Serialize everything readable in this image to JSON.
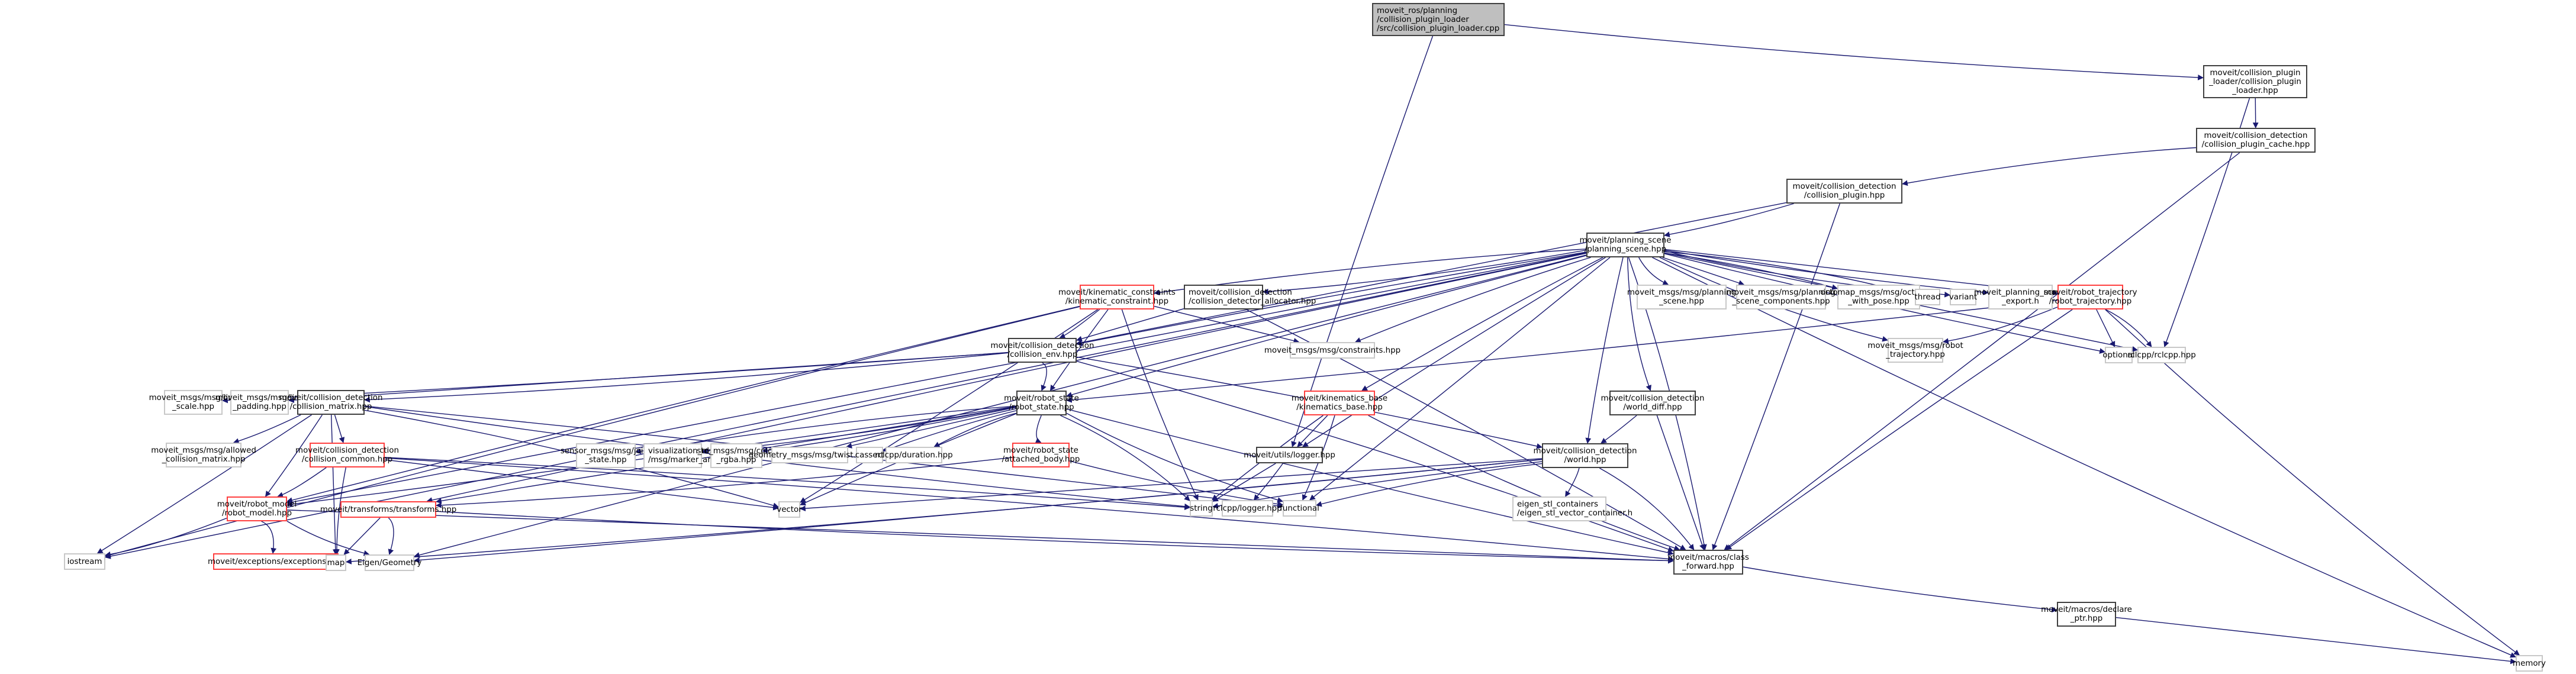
{
  "diagram": {
    "type": "include-dependency-graph",
    "edge_color": "#191970",
    "legend_colors": {
      "root": "#bfbfbf",
      "documented": "#404040",
      "external": "#c8c8c8",
      "incomplete": "#ff4040"
    },
    "nodes": [
      {
        "id": "root",
        "label": "moveit_ros/planning\n/collision_plugin_loader\n/src/collision_plugin_loader.cpp",
        "kind": "root"
      },
      {
        "id": "cpl",
        "label": "moveit/collision_plugin\n_loader/collision_plugin\n_loader.hpp",
        "kind": "normal"
      },
      {
        "id": "cpc",
        "label": "moveit/collision_detection\n/collision_plugin_cache.hpp",
        "kind": "normal"
      },
      {
        "id": "cp",
        "label": "moveit/collision_detection\n/collision_plugin.hpp",
        "kind": "normal"
      },
      {
        "id": "ps",
        "label": "moveit/planning_scene\n/planning_scene.hpp",
        "kind": "normal"
      },
      {
        "id": "kc",
        "label": "moveit/kinematic_constraints\n/kinematic_constraint.hpp",
        "kind": "red"
      },
      {
        "id": "cda",
        "label": "moveit/collision_detection\n/collision_detector_allocator.hpp",
        "kind": "normal"
      },
      {
        "id": "mps",
        "label": "moveit_msgs/msg/planning\n_scene.hpp",
        "kind": "ext"
      },
      {
        "id": "mpsc",
        "label": "moveit_msgs/msg/planning\n_scene_components.hpp",
        "kind": "ext"
      },
      {
        "id": "octo",
        "label": "octomap_msgs/msg/octomap\n_with_pose.hpp",
        "kind": "ext"
      },
      {
        "id": "thread",
        "label": "thread",
        "kind": "ext"
      },
      {
        "id": "variant",
        "label": "variant",
        "kind": "ext"
      },
      {
        "id": "mpse",
        "label": "moveit_planning_scene\n_export.h",
        "kind": "ext"
      },
      {
        "id": "rt",
        "label": "moveit/robot_trajectory\n/robot_trajectory.hpp",
        "kind": "red"
      },
      {
        "id": "ce",
        "label": "moveit/collision_detection\n/collision_env.hpp",
        "kind": "normal"
      },
      {
        "id": "mc",
        "label": "moveit_msgs/msg/constraints.hpp",
        "kind": "ext"
      },
      {
        "id": "mrt",
        "label": "moveit_msgs/msg/robot\n_trajectory.hpp",
        "kind": "ext"
      },
      {
        "id": "optional",
        "label": "optional",
        "kind": "ext"
      },
      {
        "id": "rclcpp",
        "label": "rclcpp/rclcpp.hpp",
        "kind": "ext"
      },
      {
        "id": "mls",
        "label": "moveit_msgs/msg/link\n_scale.hpp",
        "kind": "ext"
      },
      {
        "id": "mlp",
        "label": "moveit_msgs/msg/link\n_padding.hpp",
        "kind": "ext"
      },
      {
        "id": "cm",
        "label": "moveit/collision_detection\n/collision_matrix.hpp",
        "kind": "normal"
      },
      {
        "id": "rs",
        "label": "moveit/robot_state\n/robot_state.hpp",
        "kind": "normal"
      },
      {
        "id": "kb",
        "label": "moveit/kinematics_base\n/kinematics_base.hpp",
        "kind": "red"
      },
      {
        "id": "wd",
        "label": "moveit/collision_detection\n/world_diff.hpp",
        "kind": "normal"
      },
      {
        "id": "macm",
        "label": "moveit_msgs/msg/allowed\n_collision_matrix.hpp",
        "kind": "ext"
      },
      {
        "id": "cc",
        "label": "moveit/collision_detection\n/collision_common.hpp",
        "kind": "red"
      },
      {
        "id": "sjs",
        "label": "sensor_msgs/msg/joint\n_state.hpp",
        "kind": "ext"
      },
      {
        "id": "vma",
        "label": "visualization_msgs\n/msg/marker_array.hpp",
        "kind": "ext"
      },
      {
        "id": "scr",
        "label": "std_msgs/msg/color\n_rgba.hpp",
        "kind": "ext"
      },
      {
        "id": "gt",
        "label": "geometry_msgs/msg/twist.hpp",
        "kind": "ext"
      },
      {
        "id": "cassert",
        "label": "cassert",
        "kind": "ext"
      },
      {
        "id": "rdur",
        "label": "rclcpp/duration.hpp",
        "kind": "ext"
      },
      {
        "id": "ab",
        "label": "moveit/robot_state\n/attached_body.hpp",
        "kind": "red"
      },
      {
        "id": "logger",
        "label": "moveit/utils/logger.hpp",
        "kind": "normal"
      },
      {
        "id": "world",
        "label": "moveit/collision_detection\n/world.hpp",
        "kind": "normal"
      },
      {
        "id": "rm",
        "label": "moveit/robot_model\n/robot_model.hpp",
        "kind": "red"
      },
      {
        "id": "tf",
        "label": "moveit/transforms/transforms.hpp",
        "kind": "red"
      },
      {
        "id": "vector",
        "label": "vector",
        "kind": "ext"
      },
      {
        "id": "string",
        "label": "string",
        "kind": "ext"
      },
      {
        "id": "rlog",
        "label": "rclcpp/logger.hpp",
        "kind": "ext"
      },
      {
        "id": "functional",
        "label": "functional",
        "kind": "ext"
      },
      {
        "id": "esc",
        "label": "eigen_stl_containers\n/eigen_stl_vector_container.h",
        "kind": "ext"
      },
      {
        "id": "iostream",
        "label": "iostream",
        "kind": "ext"
      },
      {
        "id": "exc",
        "label": "moveit/exceptions/exceptions.hpp",
        "kind": "red"
      },
      {
        "id": "map",
        "label": "map",
        "kind": "ext"
      },
      {
        "id": "eigen",
        "label": "Eigen/Geometry",
        "kind": "ext"
      },
      {
        "id": "cf",
        "label": "moveit/macros/class\n_forward.hpp",
        "kind": "normal"
      },
      {
        "id": "dp",
        "label": "moveit/macros/declare\n_ptr.hpp",
        "kind": "normal"
      },
      {
        "id": "memory",
        "label": "memory",
        "kind": "ext"
      }
    ],
    "edges": [
      [
        "root",
        "cpl"
      ],
      [
        "root",
        "logger"
      ],
      [
        "cpl",
        "cpc"
      ],
      [
        "cpl",
        "rclcpp"
      ],
      [
        "cpc",
        "cp"
      ],
      [
        "cpc",
        "cf"
      ],
      [
        "cp",
        "ps"
      ],
      [
        "cp",
        "ce"
      ],
      [
        "cp",
        "cf"
      ],
      [
        "ps",
        "kc"
      ],
      [
        "ps",
        "cda"
      ],
      [
        "ps",
        "mps"
      ],
      [
        "ps",
        "mpsc"
      ],
      [
        "ps",
        "octo"
      ],
      [
        "ps",
        "thread"
      ],
      [
        "ps",
        "variant"
      ],
      [
        "ps",
        "mpse"
      ],
      [
        "ps",
        "rt"
      ],
      [
        "ps",
        "ce"
      ],
      [
        "ps",
        "mc"
      ],
      [
        "ps",
        "mrt"
      ],
      [
        "ps",
        "optional"
      ],
      [
        "ps",
        "rclcpp"
      ],
      [
        "ps",
        "rs"
      ],
      [
        "ps",
        "kb"
      ],
      [
        "ps",
        "wd"
      ],
      [
        "ps",
        "world"
      ],
      [
        "ps",
        "rm"
      ],
      [
        "ps",
        "tf"
      ],
      [
        "ps",
        "cf"
      ],
      [
        "ps",
        "memory"
      ],
      [
        "ps",
        "functional"
      ],
      [
        "ps",
        "iostream"
      ],
      [
        "ps",
        "eigen"
      ],
      [
        "ps",
        "logger"
      ],
      [
        "kc",
        "ce"
      ],
      [
        "kc",
        "rs"
      ],
      [
        "kc",
        "mc"
      ],
      [
        "kc",
        "rm"
      ],
      [
        "kc",
        "iostream"
      ],
      [
        "kc",
        "vector"
      ],
      [
        "kc",
        "string"
      ],
      [
        "cda",
        "ce"
      ],
      [
        "cda",
        "cf"
      ],
      [
        "ce",
        "rs"
      ],
      [
        "ce",
        "cm"
      ],
      [
        "ce",
        "mls"
      ],
      [
        "ce",
        "mlp"
      ],
      [
        "ce",
        "world"
      ],
      [
        "ce",
        "cf"
      ],
      [
        "rt",
        "mrt"
      ],
      [
        "rt",
        "rs"
      ],
      [
        "rt",
        "optional"
      ],
      [
        "rt",
        "rclcpp"
      ],
      [
        "rt",
        "cf"
      ],
      [
        "rt",
        "memory"
      ],
      [
        "cm",
        "macm"
      ],
      [
        "cm",
        "cc"
      ],
      [
        "cm",
        "rm"
      ],
      [
        "cm",
        "vector"
      ],
      [
        "cm",
        "string"
      ],
      [
        "cm",
        "iostream"
      ],
      [
        "cm",
        "map"
      ],
      [
        "cm",
        "functional"
      ],
      [
        "rs",
        "sjs"
      ],
      [
        "rs",
        "vma"
      ],
      [
        "rs",
        "scr"
      ],
      [
        "rs",
        "gt"
      ],
      [
        "rs",
        "cassert"
      ],
      [
        "rs",
        "rdur"
      ],
      [
        "rs",
        "ab"
      ],
      [
        "rs",
        "rm"
      ],
      [
        "rs",
        "tf"
      ],
      [
        "rs",
        "vector"
      ],
      [
        "rs",
        "string"
      ],
      [
        "rs",
        "functional"
      ],
      [
        "rs",
        "cf"
      ],
      [
        "kb",
        "logger"
      ],
      [
        "kb",
        "functional"
      ],
      [
        "kb",
        "string"
      ],
      [
        "kb",
        "cf"
      ],
      [
        "wd",
        "world"
      ],
      [
        "wd",
        "cf"
      ],
      [
        "world",
        "esc"
      ],
      [
        "world",
        "cf"
      ],
      [
        "world",
        "map"
      ],
      [
        "world",
        "eigen"
      ],
      [
        "world",
        "vector"
      ],
      [
        "world",
        "string"
      ],
      [
        "world",
        "functional"
      ],
      [
        "cc",
        "rm"
      ],
      [
        "cc",
        "map"
      ],
      [
        "cc",
        "vector"
      ],
      [
        "cc",
        "string"
      ],
      [
        "cc",
        "cf"
      ],
      [
        "ab",
        "tf"
      ],
      [
        "ab",
        "functional"
      ],
      [
        "logger",
        "string"
      ],
      [
        "logger",
        "rlog"
      ],
      [
        "rm",
        "exc"
      ],
      [
        "rm",
        "iostream"
      ],
      [
        "rm",
        "eigen"
      ],
      [
        "rm",
        "cf"
      ],
      [
        "tf",
        "map"
      ],
      [
        "tf",
        "eigen"
      ],
      [
        "tf",
        "cf"
      ],
      [
        "cf",
        "dp"
      ],
      [
        "dp",
        "memory"
      ]
    ]
  }
}
